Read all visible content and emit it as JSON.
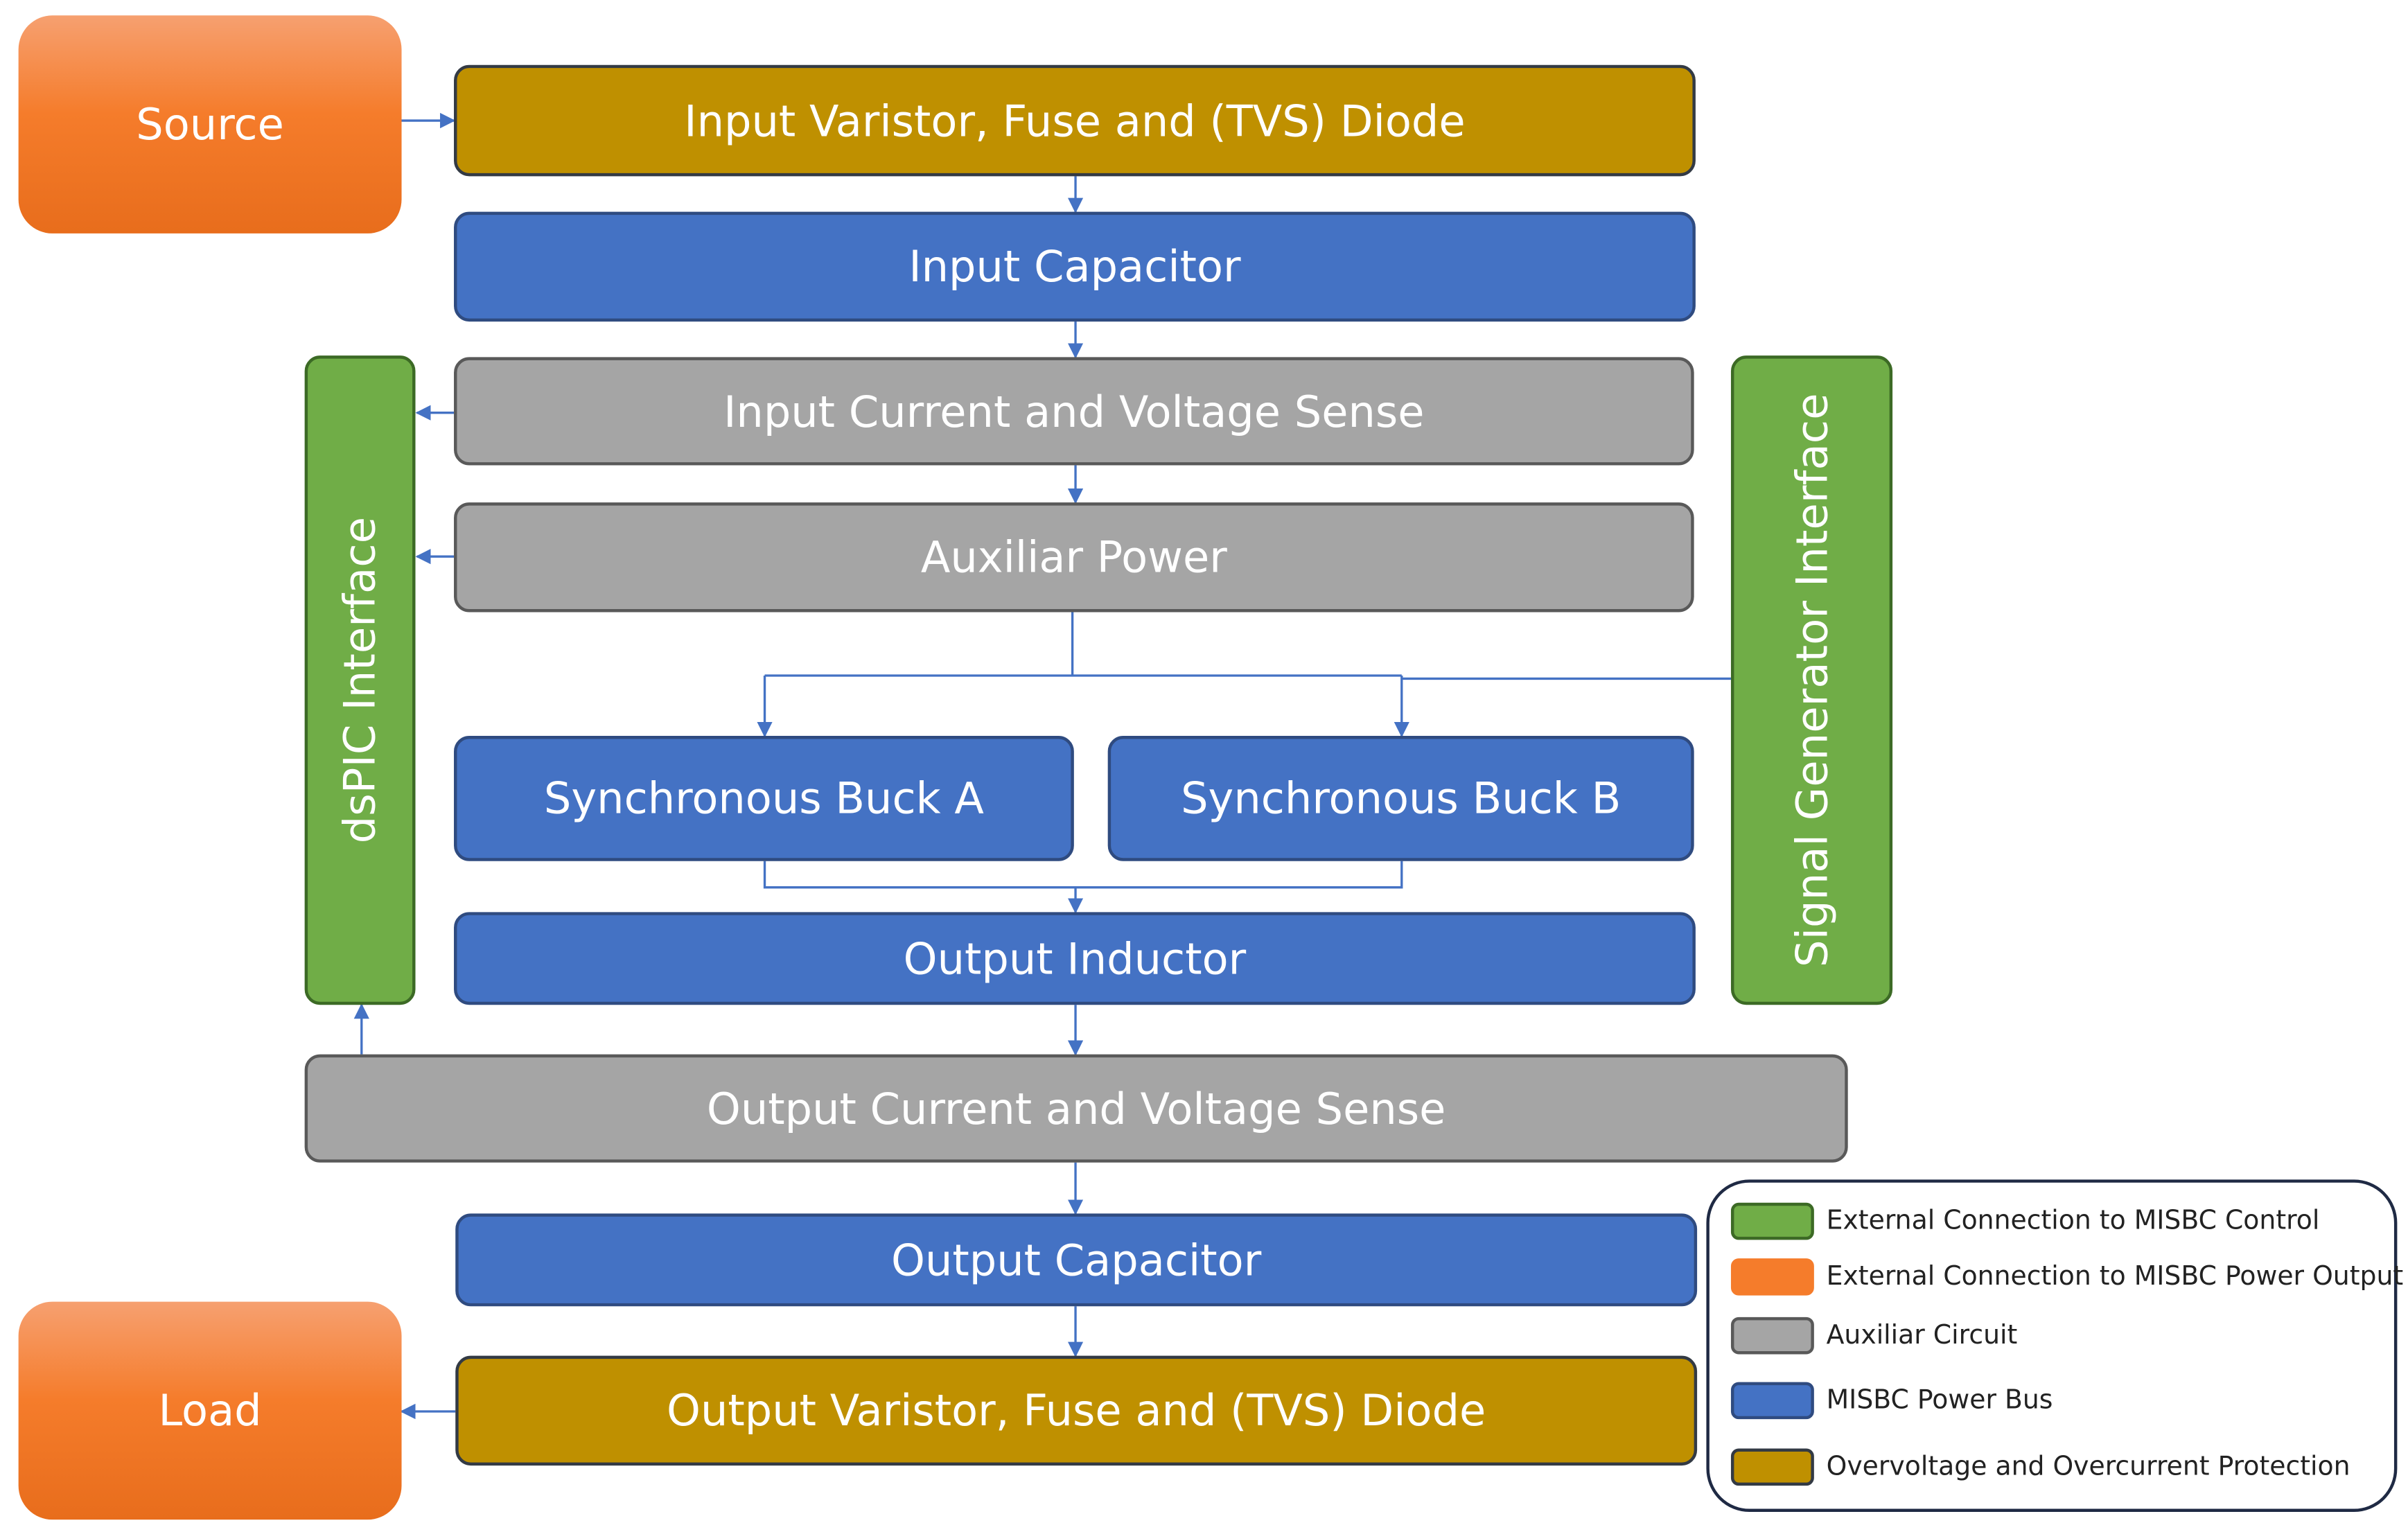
{
  "blocks": {
    "source": "Source",
    "load": "Load",
    "input_protection": "Input Varistor, Fuse and (TVS) Diode",
    "input_capacitor": "Input Capacitor",
    "input_sense": "Input Current and Voltage Sense",
    "auxiliar_power": "Auxiliar Power",
    "buck_a": "Synchronous Buck A",
    "buck_b": "Synchronous Buck B",
    "output_inductor": "Output Inductor",
    "output_sense": "Output Current and Voltage Sense",
    "output_capacitor": "Output Capacitor",
    "output_protection": "Output Varistor, Fuse and (TVS) Diode",
    "dspic_interface": "dsPIC Interface",
    "signal_generator_interface": "Signal Generator Interface"
  },
  "legend": [
    {
      "label": "External Connection to MISBC Control",
      "color": "#70ad47"
    },
    {
      "label": "External Connection to MISBC Power Output",
      "color": "#f57c2b"
    },
    {
      "label": "Auxiliar Circuit",
      "color": "#a5a5a5"
    },
    {
      "label": "MISBC Power Bus",
      "color": "#4472c4"
    },
    {
      "label": "Overvoltage and Overcurrent Protection",
      "color": "#bf9000"
    }
  ],
  "colors": {
    "connector": "#4472c4",
    "protection": "#bf9000",
    "power_bus": "#4472c4",
    "auxiliar": "#a5a5a5",
    "control": "#70ad47",
    "external_power": "#f57c2b"
  }
}
